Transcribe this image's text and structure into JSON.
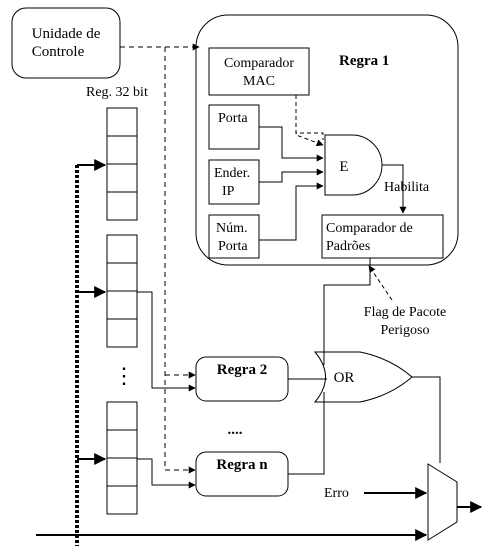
{
  "control_unit": {
    "line1": "Unidade de",
    "line2": "Controle"
  },
  "register_label": "Reg. 32 bit",
  "rule1": {
    "title": "Regra 1",
    "mac_line1": "Comparador",
    "mac_line2": "MAC",
    "port": "Porta",
    "ip_line1": "Ender.",
    "ip_line2": "IP",
    "portnum_line1": "Núm.",
    "portnum_line2": "Porta",
    "and_gate": "E",
    "enable": "Habilita",
    "pattern_line1": "Comparador de",
    "pattern_line2": "Padrões"
  },
  "flag_line1": "Flag de Pacote",
  "flag_line2": "Perigoso",
  "rule2": "Regra 2",
  "rulen": "Regra n",
  "or_gate": "OR",
  "vertical_ellipsis": "⋮",
  "horizontal_ellipsis": "....",
  "error": "Erro"
}
